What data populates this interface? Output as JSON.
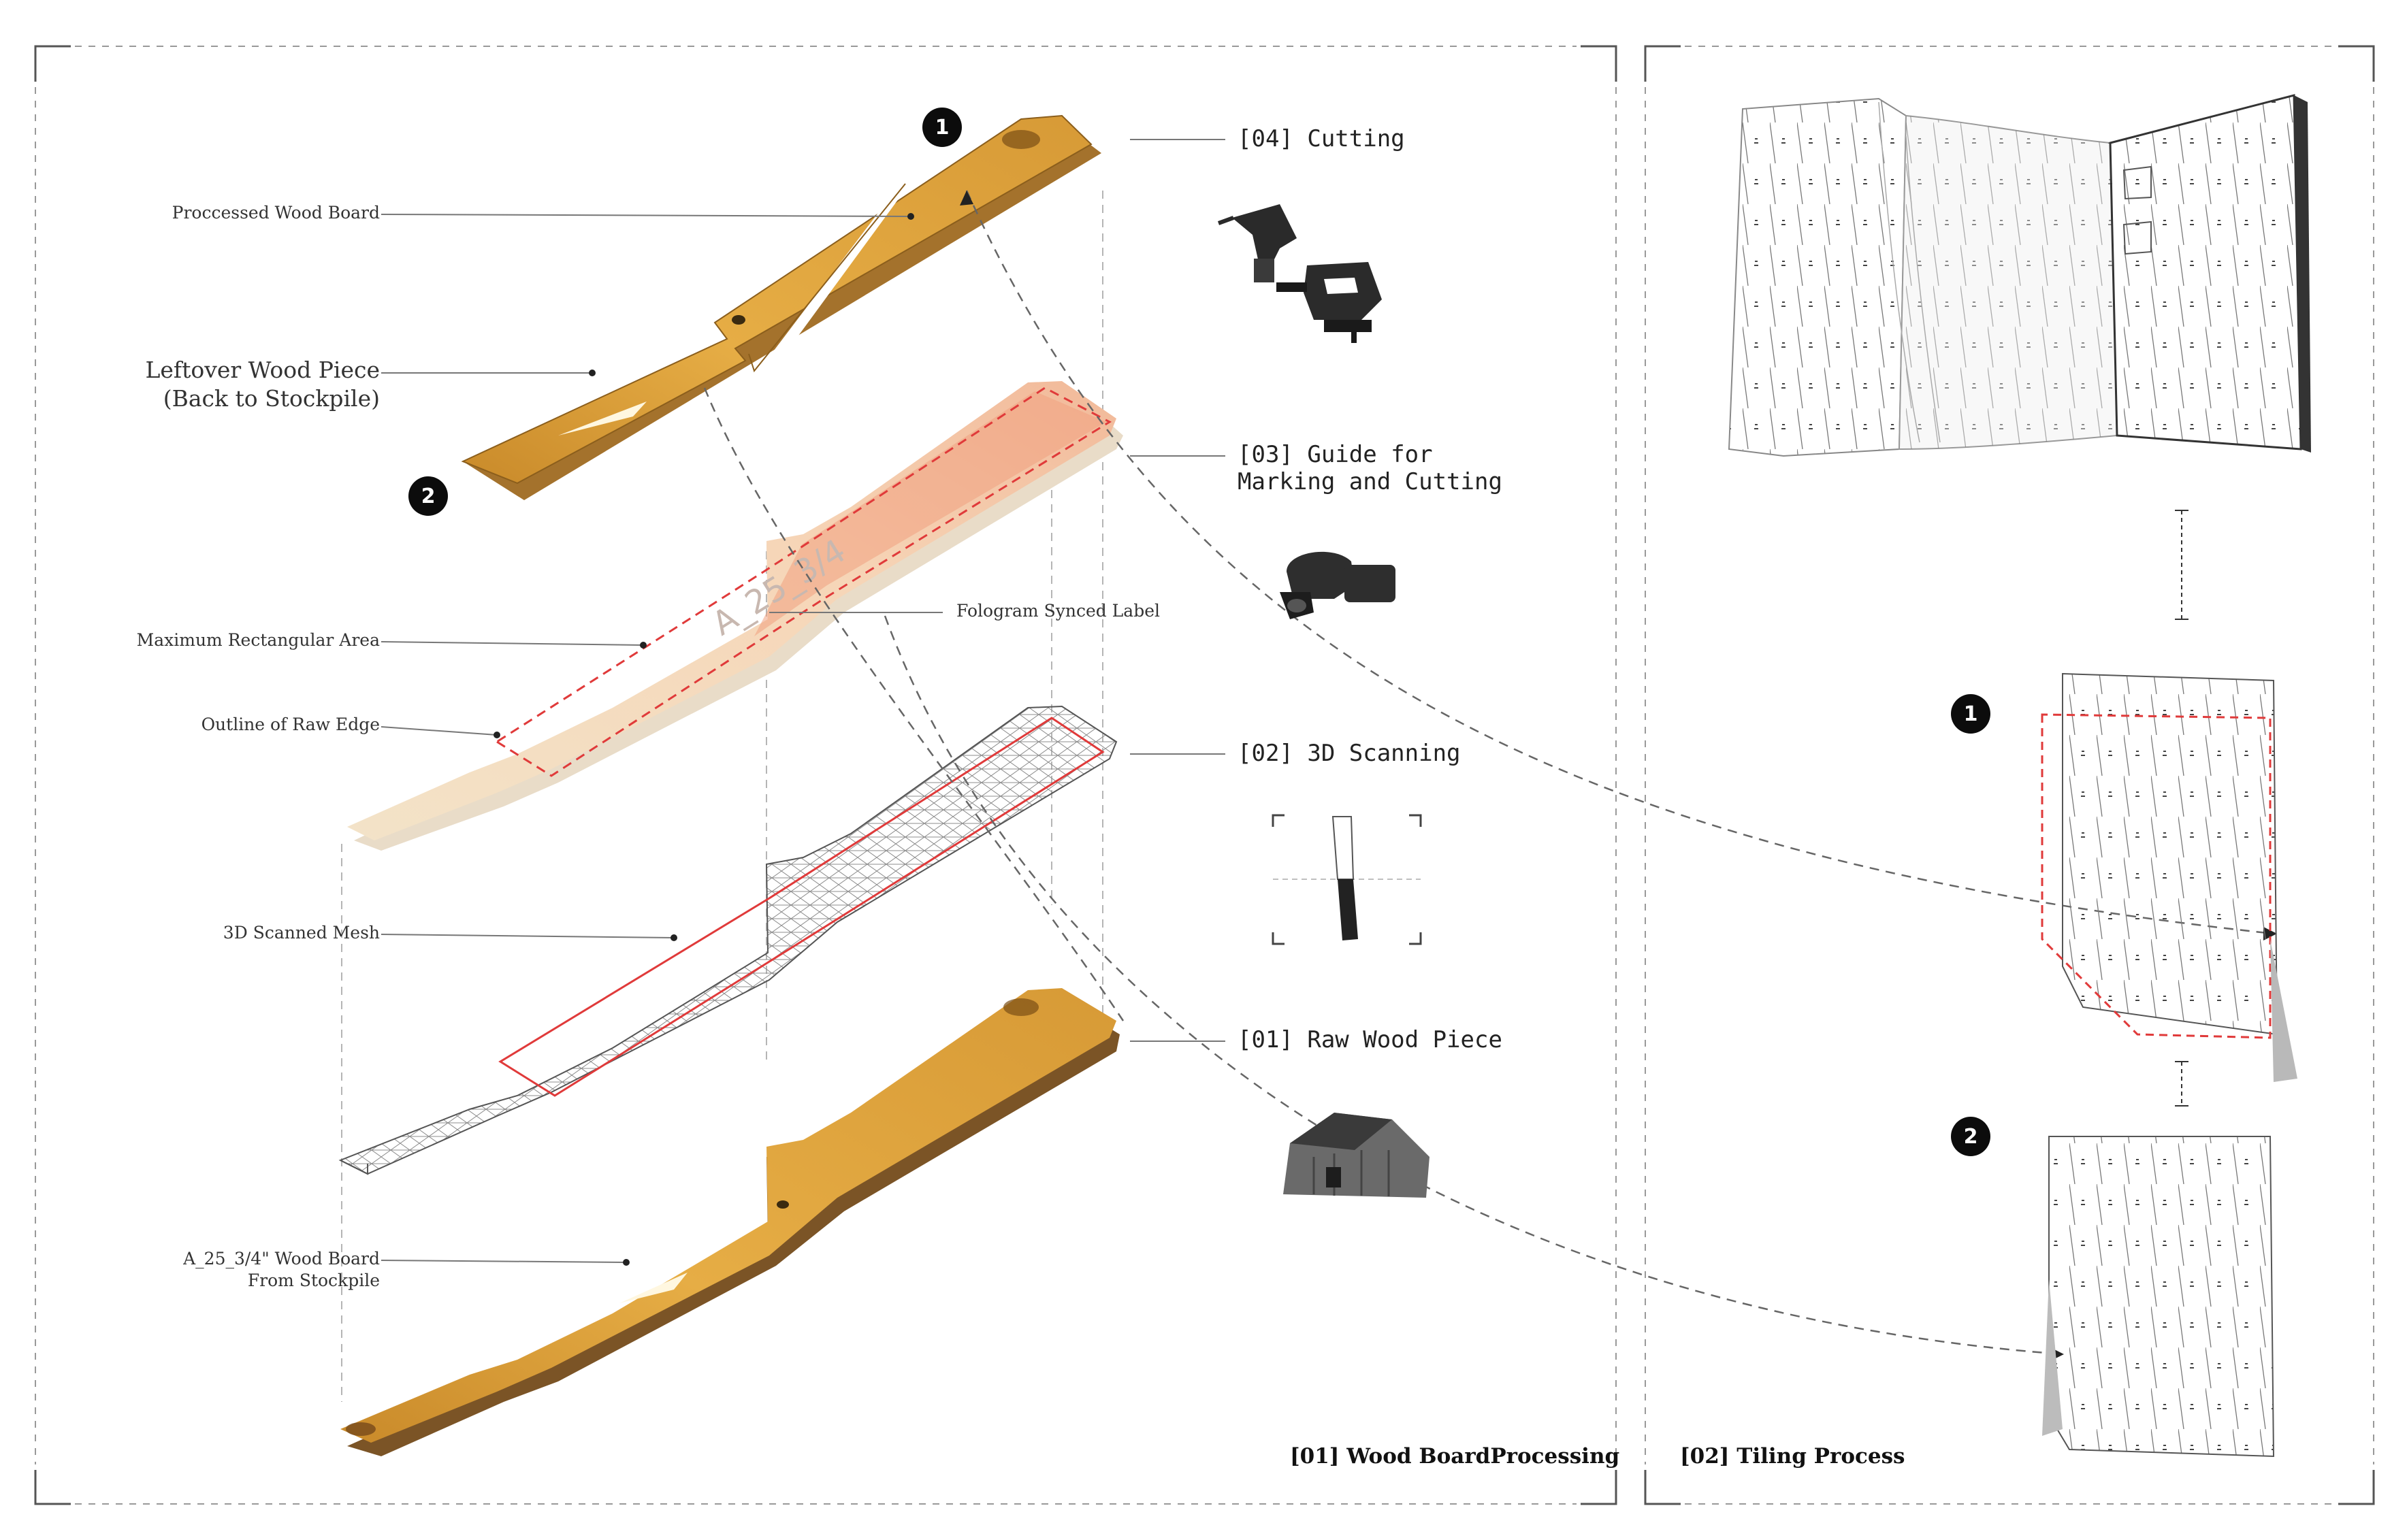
{
  "panels": {
    "left_title": "[01] Wood BoardProcessing",
    "right_title": "[02] Tiling Process"
  },
  "callouts": {
    "processed_board": "Proccessed Wood Board",
    "leftover_line1": "Leftover Wood Piece",
    "leftover_line2": "(Back to Stockpile)",
    "max_rect": "Maximum Rectangular Area",
    "outline_edge": "Outline of Raw Edge",
    "scanned_mesh": "3D Scanned Mesh",
    "board_line1": "A_25_3/4\" Wood Board",
    "board_line2": "From Stockpile",
    "fologram_label": "Fologram Synced Label",
    "board_tag": "A_25_3/4"
  },
  "steps": {
    "s04": "[04] Cutting",
    "s03_line1": "[03] Guide for",
    "s03_line2": "Marking and Cutting",
    "s02": "[02] 3D Scanning",
    "s01": "[01] Raw Wood Piece"
  },
  "badges": {
    "one": "1",
    "two": "2"
  },
  "colors": {
    "wood": "#e0a53a",
    "wood_dark": "#a0702a",
    "cut_line": "#e03a3a",
    "mesh": "#777777",
    "badge": "#0c0c0c"
  },
  "icons": [
    "drill-icon",
    "jigsaw-icon",
    "headset-icon",
    "scanner-icon",
    "barn-photo"
  ]
}
